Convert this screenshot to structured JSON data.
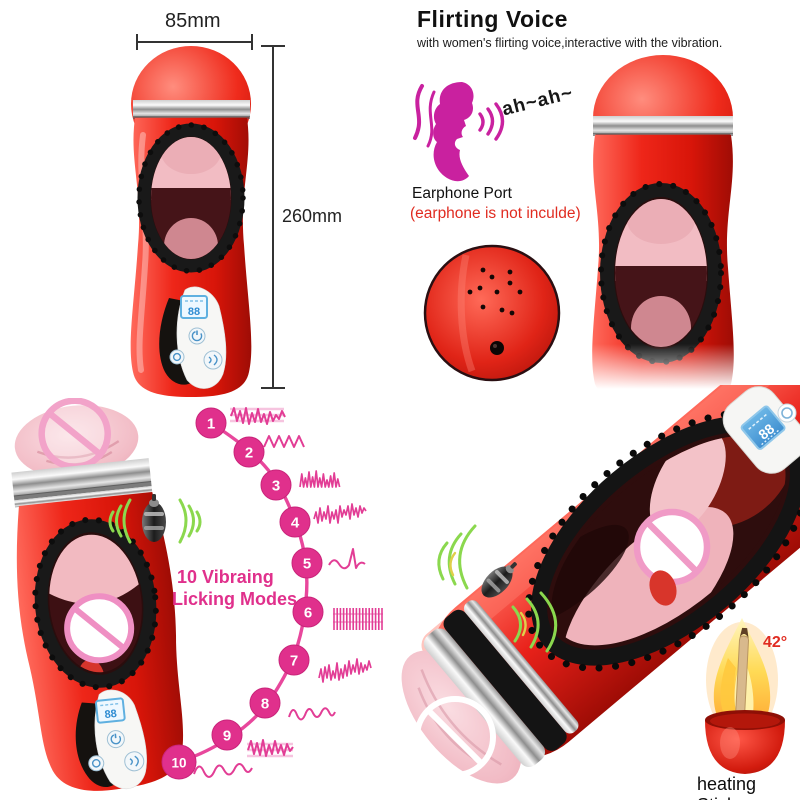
{
  "dimensions": {
    "width": "85mm",
    "height": "260mm"
  },
  "flirting": {
    "title": "Flirting Voice",
    "subtitle": "with women's flirting voice,interactive with the vibration.",
    "moan": "ah~ah~"
  },
  "earphone": {
    "title": "Earphone Port",
    "note": "(earphone is not inculde)"
  },
  "modes": {
    "title_line1": "10 Vibraing",
    "title_line2": "Licking Modes",
    "items": [
      "1",
      "2",
      "3",
      "4",
      "5",
      "6",
      "7",
      "8",
      "9",
      "10"
    ]
  },
  "heating": {
    "temp": "42°",
    "label": "heating Stick"
  },
  "device": {
    "lcd_value": "88"
  },
  "colors": {
    "accent_pink": "#e0308c",
    "device_red": "#e8211a",
    "vibration_green": "#8bd84e",
    "lcd_blue": "#4d9ed8",
    "note_red": "#e02b20"
  }
}
